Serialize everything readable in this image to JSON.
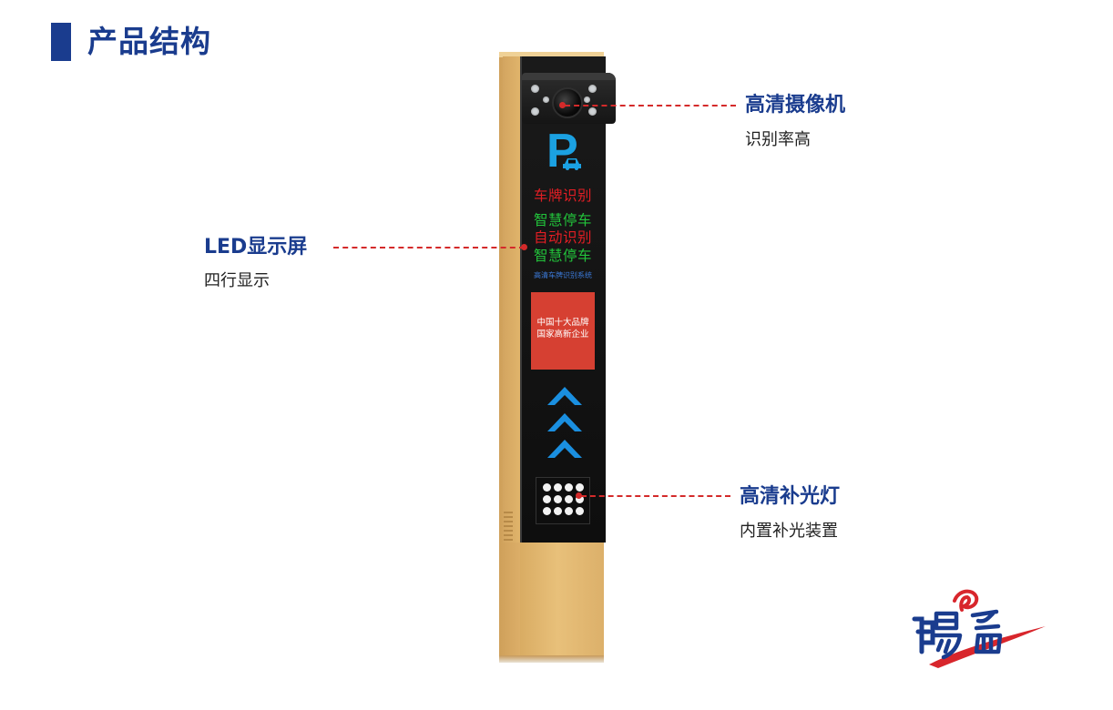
{
  "header": {
    "title": "产品结构"
  },
  "led_panel": {
    "parking_letter": "P",
    "lines": [
      {
        "text": "车牌识别",
        "color": "red"
      },
      {
        "text": "智慧停车",
        "color": "green"
      },
      {
        "text": "自动识别",
        "color": "red"
      },
      {
        "text": "智慧停车",
        "color": "green"
      }
    ],
    "system_label": "高清车牌识别系统",
    "badge": {
      "line1": "中国十大品牌",
      "line2": "国家高新企业"
    }
  },
  "callouts": {
    "camera": {
      "title": "高清摄像机",
      "subtitle": "识别率高"
    },
    "led_display": {
      "title": "LED显示屏",
      "subtitle": "四行显示"
    },
    "fill_light": {
      "title": "高清补光灯",
      "subtitle": "内置补光装置"
    }
  },
  "colors": {
    "brand_blue": "#1a3c8e",
    "leader_red": "#d42a2a",
    "pillar_gold": "#e8c07a",
    "led_red": "#e31e24",
    "led_green": "#22c33b",
    "parking_blue": "#1ba1e2",
    "badge_red": "#d64032"
  },
  "icons": {
    "parking": "parking-p-icon",
    "car": "car-icon",
    "arrows": "chevron-up-icon",
    "logo": "brand-logo"
  }
}
